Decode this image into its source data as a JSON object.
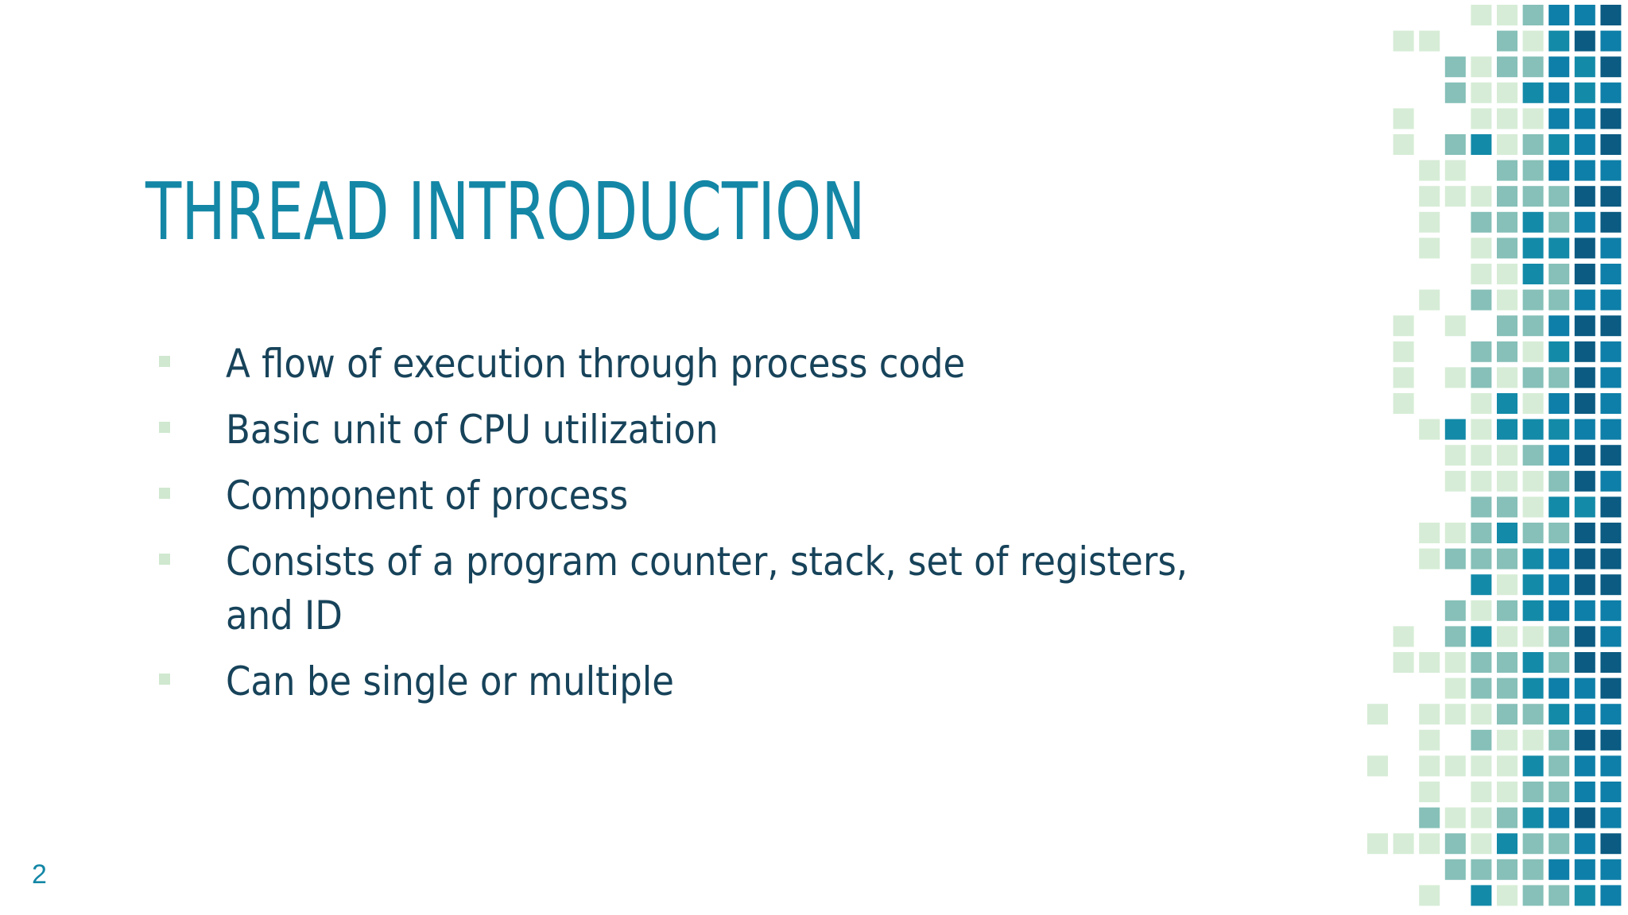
{
  "slide": {
    "title": "THREAD INTRODUCTION",
    "bullets": [
      "A flow of execution through process code",
      "Basic unit of CPU utilization",
      "Component of process",
      "Consists of a program counter, stack, set of registers, and ID",
      "Can be single or multiple"
    ],
    "page_number": "2"
  },
  "decoration": {
    "name": "tile-pattern",
    "colors": {
      "pale_green": "#d6ecd6",
      "teal_light": "#86c0b8",
      "teal": "#138aa8",
      "blue": "#0e7fa8",
      "navy": "#0b5b82"
    }
  }
}
